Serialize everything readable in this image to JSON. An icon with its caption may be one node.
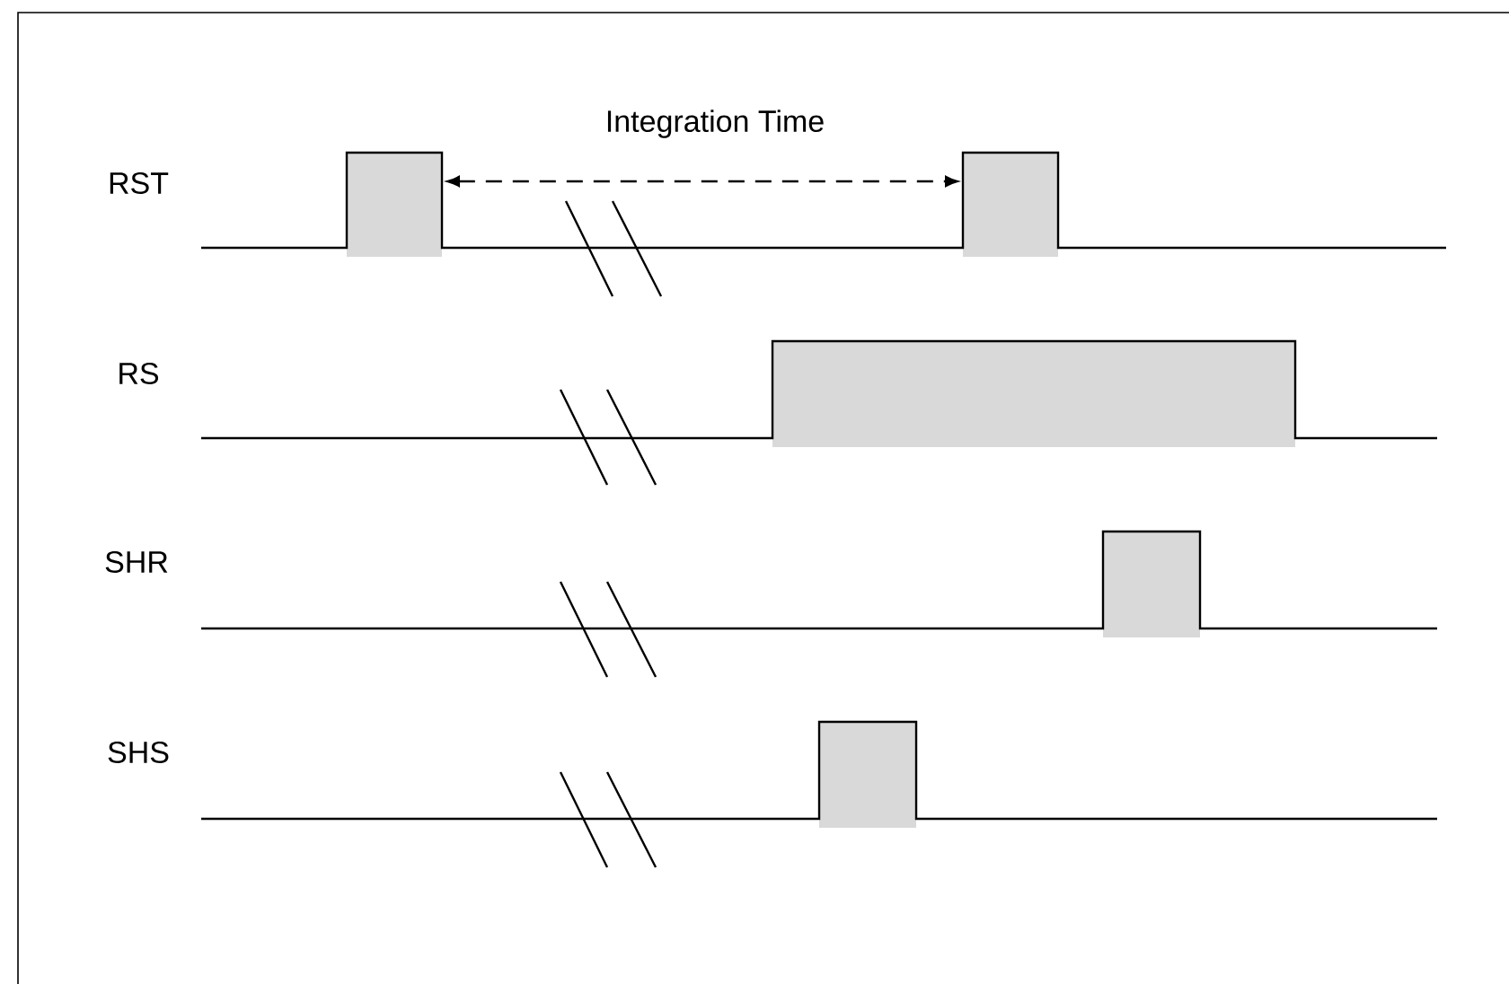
{
  "diagram": {
    "labels": [
      "Integration Time",
      "RST",
      "RS",
      "SHR",
      "SHS"
    ]
  }
}
